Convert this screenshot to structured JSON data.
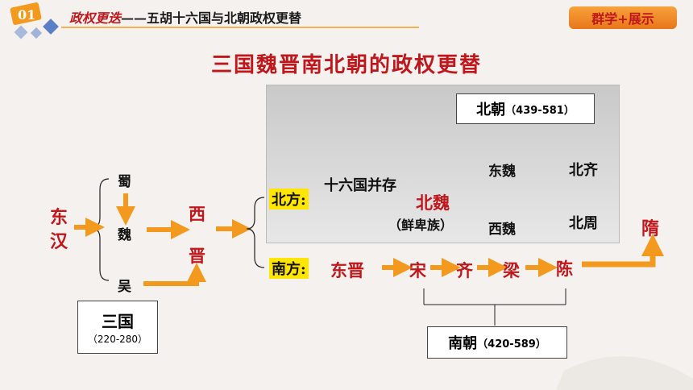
{
  "header": {
    "number": "01",
    "title_red": "政权更迭",
    "title_rest": "——五胡十六国与北朝政权更替",
    "badge": "群学+展示"
  },
  "main_title": "三国魏晋南北朝的政权更替",
  "nodes": {
    "donghan": [
      "东",
      "汉"
    ],
    "shu": "蜀",
    "wei": "魏",
    "wu": "吴",
    "sanguo": "三国",
    "sanguo_years": "（220-280）",
    "xijin": [
      "西",
      "晋"
    ],
    "north_label": "北方:",
    "south_label": "南方:",
    "shiliuguo": "十六国并存",
    "beiwei": "北魏",
    "xianbei": "（鲜卑族）",
    "dongwei": "东魏",
    "xiwei": "西魏",
    "beiqi": "北齐",
    "beizhou": "北周",
    "beichao": "北朝",
    "beichao_years": "（439-581）",
    "dongjin": "东晋",
    "song": "宋",
    "qi": "齐",
    "liang": "梁",
    "chen": "陈",
    "sui": "隋",
    "nanchao": "南朝",
    "nanchao_years": "（420-589）"
  },
  "colors": {
    "red": "#c0171c",
    "arrow": "#f39a1e",
    "highlight": "#ffe600"
  }
}
